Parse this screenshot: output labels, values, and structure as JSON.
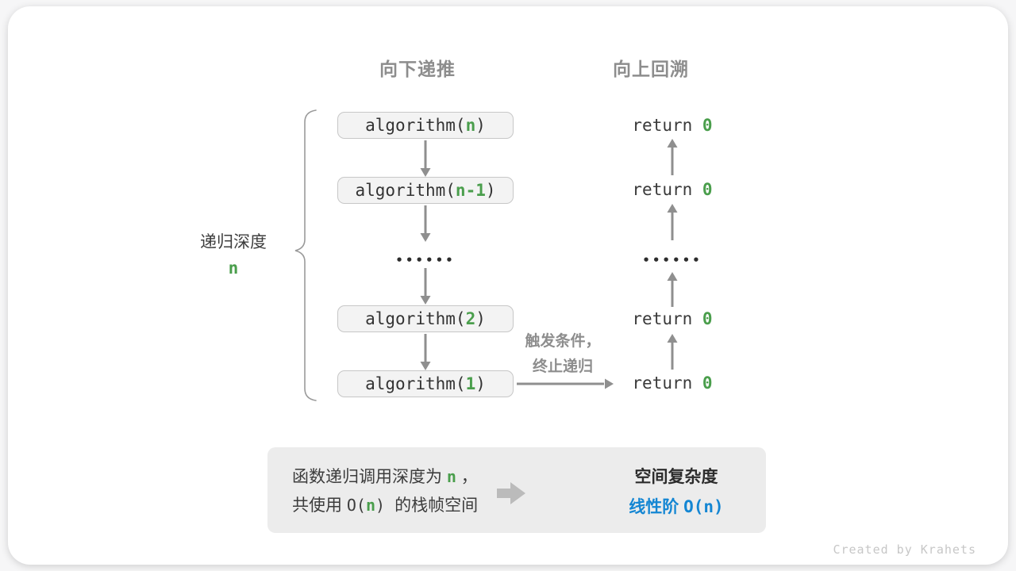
{
  "headers": {
    "down": "向下递推",
    "up": "向上回溯"
  },
  "depth": {
    "label": "递归深度",
    "value": "n"
  },
  "ellipsis": "••••••",
  "stack": [
    {
      "pre": "algorithm(",
      "arg": "n",
      "post": ")"
    },
    {
      "pre": "algorithm(",
      "arg": "n-1",
      "post": ")"
    },
    {
      "pre": "algorithm(",
      "arg": "2",
      "post": ")"
    },
    {
      "pre": "algorithm(",
      "arg": "1",
      "post": ")"
    }
  ],
  "returns": [
    {
      "kw": "return ",
      "val": "0"
    },
    {
      "kw": "return ",
      "val": "0"
    },
    {
      "kw": "return ",
      "val": "0"
    },
    {
      "kw": "return ",
      "val": "0"
    }
  ],
  "trigger": {
    "line1": "触发条件，",
    "line2": "终止递归"
  },
  "summary": {
    "l1_a": "函数递归调用深度为 ",
    "l1_n": "n",
    "l1_b": " ，",
    "l2_a": "共使用 ",
    "l2_o": "O(",
    "l2_n": "n",
    "l2_p": ") ",
    "l2_b": "的栈帧空间",
    "r_title": "空间复杂度",
    "r2_a": "线性阶 ",
    "r2_b": "O(n)"
  },
  "credit": "Created by Krahets",
  "colors": {
    "green": "#4a9e4c",
    "blue": "#1486d3",
    "arrow_gray": "#8f8f8f"
  }
}
